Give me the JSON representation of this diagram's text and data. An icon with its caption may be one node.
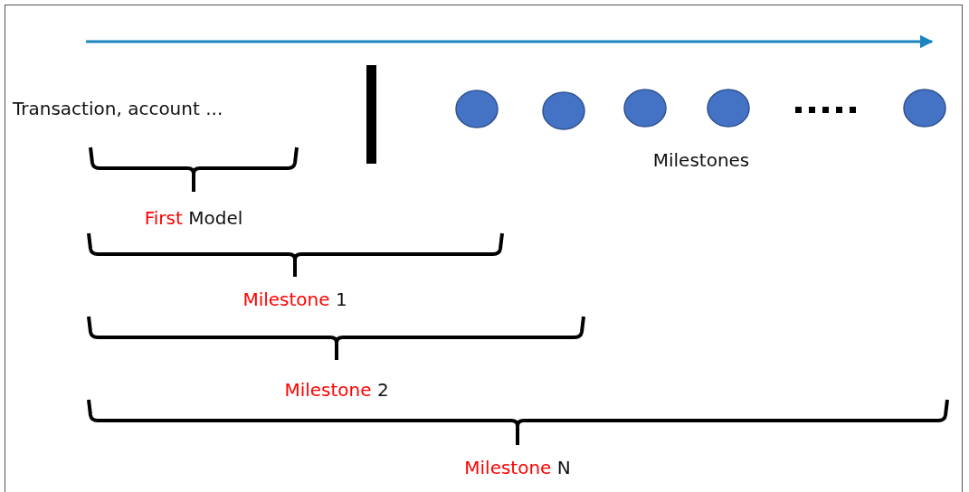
{
  "diagram": {
    "nodes": [
      {
        "text": [],
        "shape": "circle"
      },
      {
        "text": [],
        "shape": "circle"
      },
      {
        "text": [],
        "shape": "circle"
      },
      {
        "text": [],
        "shape": "circle"
      },
      {
        "text": [],
        "shape": "circle"
      }
    ],
    "labels": [
      "Transaction, account ...",
      "Milestones",
      "First Model",
      "Milestone 1",
      "Milestone 2",
      "Milestone N"
    ]
  }
}
